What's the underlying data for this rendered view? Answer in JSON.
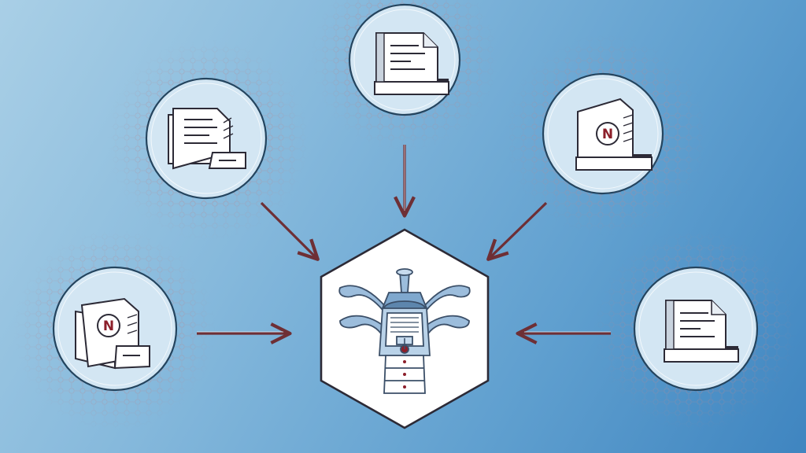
{
  "colors": {
    "background_light": "#a9cfe6",
    "background_dark": "#3f85c0",
    "node_fill": "#d3e6f3",
    "node_ring": "#24445e",
    "pattern": "#b88a95",
    "arrow": "#6e2f35",
    "hub_fill": "#ffffff",
    "hub_stroke": "#2c2a36",
    "machine_blue": "#7fa8ce",
    "emblem_red": "#8c1f2a"
  },
  "nodes": [
    {
      "id": "top",
      "icon": "document-stack-icon"
    },
    {
      "id": "upper-left",
      "icon": "document-folder-icon"
    },
    {
      "id": "upper-right",
      "icon": "n-emblem-document-icon"
    },
    {
      "id": "left",
      "icon": "n-emblem-folder-icon"
    },
    {
      "id": "right",
      "icon": "document-stack-icon"
    }
  ],
  "hub": {
    "icon": "processing-machine-icon"
  },
  "emblem_letter": "N"
}
